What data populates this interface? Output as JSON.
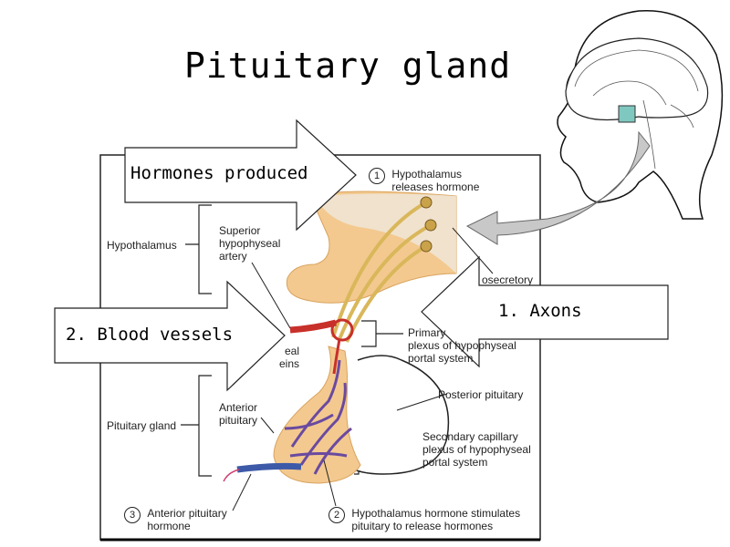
{
  "title": "Pituitary gland",
  "callouts": {
    "hormones": "Hormones produced",
    "axons": "1. Axons",
    "blood_vessels": "2. Blood vessels"
  },
  "diagram_labels": {
    "hypothalamus": "Hypothalamus",
    "pituitary_gland": "Pituitary gland",
    "superior_artery": [
      "Superior",
      "hypophyseal",
      "artery"
    ],
    "step1_num": "1",
    "step1": [
      "Hypothalamus",
      "releases hormone"
    ],
    "neurosecretory": "osecretory",
    "primary_plexus": [
      "Primary",
      "plexus of hypophyseal",
      "portal system"
    ],
    "veins": [
      "eal",
      "eins"
    ],
    "posterior_pituitary": "Posterior pituitary",
    "anterior_pituitary": [
      "Anterior",
      "pituitary"
    ],
    "secondary_plexus": [
      "Secondary capillary",
      "plexus of hypophyseal",
      "portal system"
    ],
    "step3_num": "3",
    "step3": [
      "Anterior pituitary",
      "hormone"
    ],
    "step2_num": "2",
    "step2": [
      "Hypothalamus hormone stimulates",
      "pituitary to release hormones"
    ]
  },
  "colors": {
    "artery": "#c8302a",
    "vein": "#4a5fa8",
    "tissue": "#f3c98f",
    "axon": "#d9b75a",
    "arrow_gray": "#c8c8c8"
  }
}
